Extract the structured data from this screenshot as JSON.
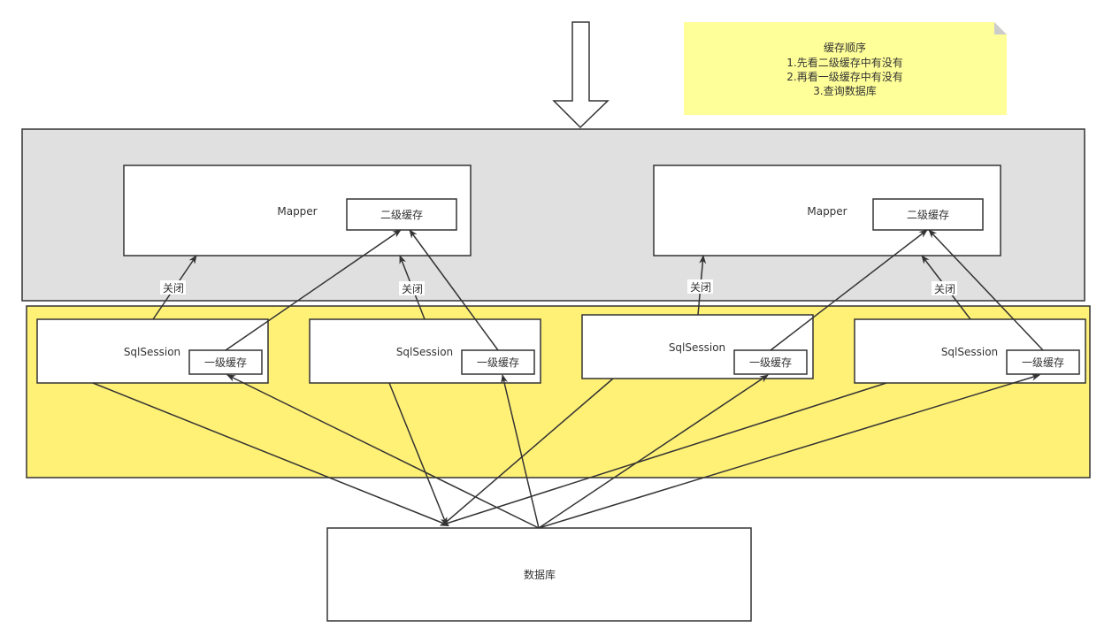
{
  "note": {
    "title": "缓存顺序",
    "lines": [
      "1.先看二级缓存中有没有",
      "2.再看一级缓存中有没有",
      "3.查询数据库"
    ]
  },
  "mappers": [
    {
      "label": "Mapper",
      "cache_label": "二级缓存"
    },
    {
      "label": "Mapper",
      "cache_label": "二级缓存"
    }
  ],
  "sessions": [
    {
      "label": "SqlSession",
      "cache_label": "一级缓存"
    },
    {
      "label": "SqlSession",
      "cache_label": "一级缓存"
    },
    {
      "label": "SqlSession",
      "cache_label": "一级缓存"
    },
    {
      "label": "SqlSession",
      "cache_label": "一级缓存"
    }
  ],
  "close_labels": [
    "关闭",
    "关闭",
    "关闭",
    "关闭"
  ],
  "database": {
    "label": "数据库"
  },
  "colors": {
    "mapper_region": "#e0e0e0",
    "session_region": "#fff176",
    "note": "#ffff99",
    "stroke": "#333333"
  }
}
